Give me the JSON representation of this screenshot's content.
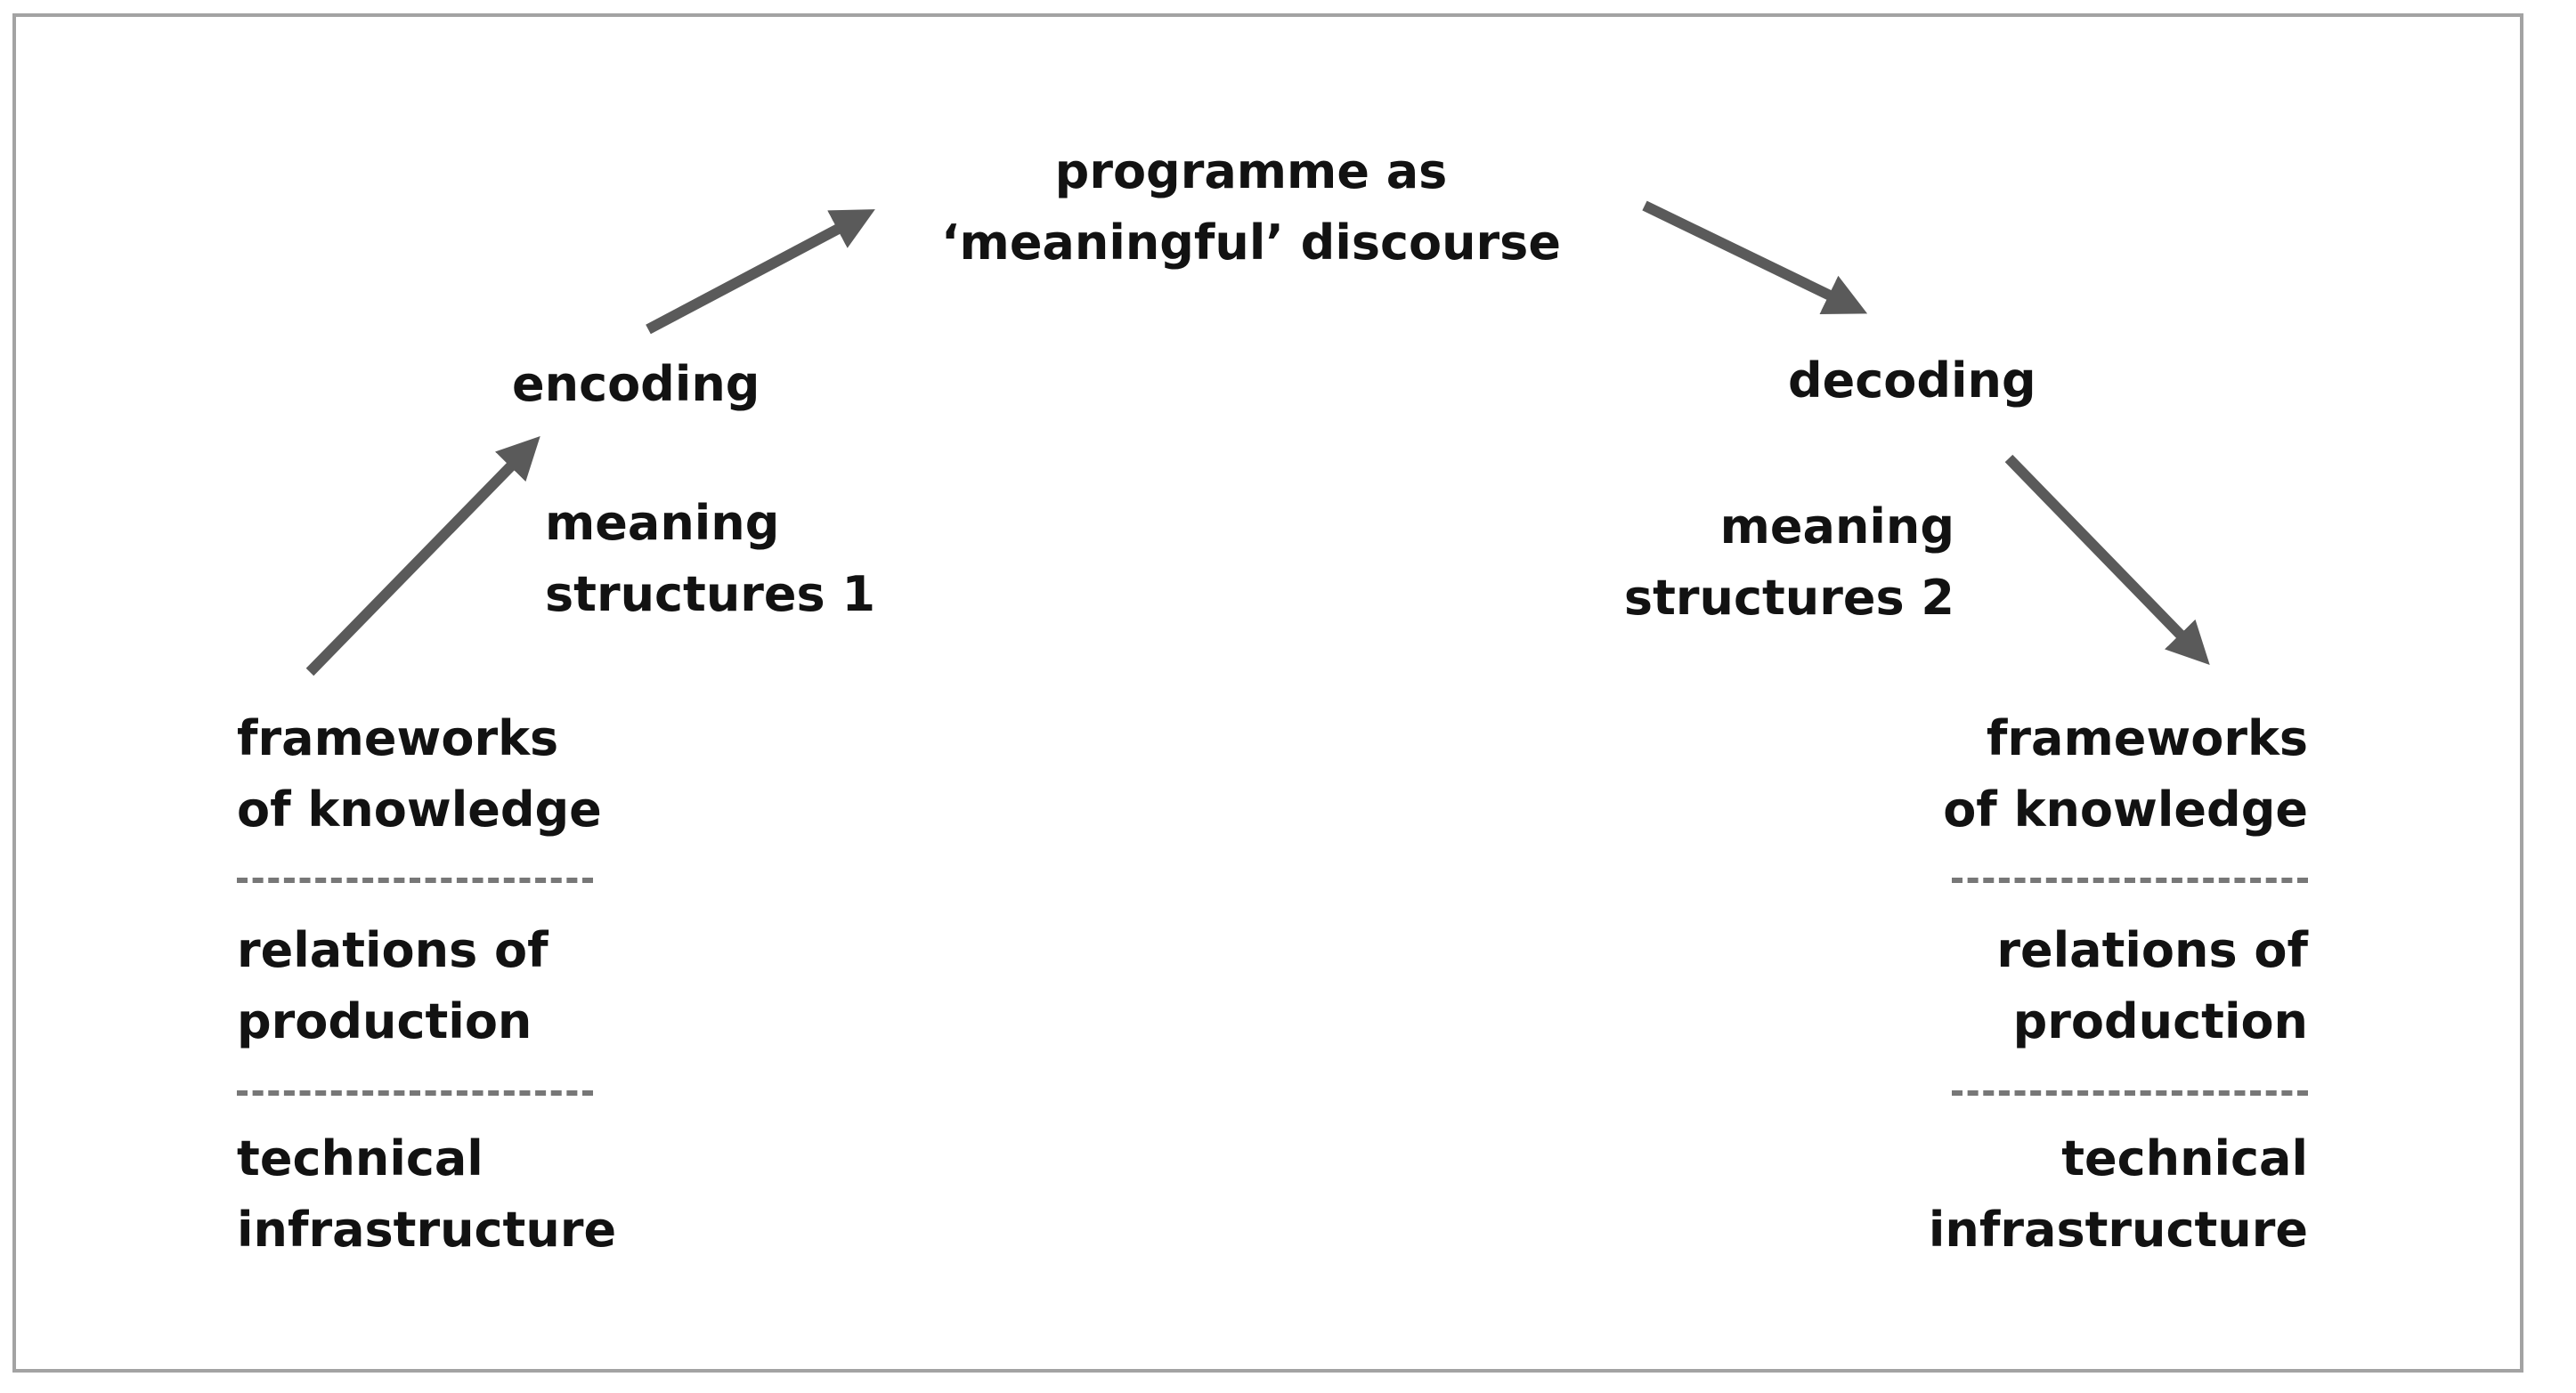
{
  "diagram": {
    "programme": {
      "line1": "programme as",
      "line2": "‘meaningful’ discourse"
    },
    "encoding": "encoding",
    "decoding": "decoding",
    "meaning_structures_1": {
      "line1": "meaning",
      "line2": "structures 1"
    },
    "meaning_structures_2": {
      "line1": "meaning",
      "line2": "structures 2"
    },
    "left_stack": {
      "frameworks": {
        "line1": "frameworks",
        "line2": "of knowledge"
      },
      "relations": {
        "line1": "relations of",
        "line2": "production"
      },
      "technical": {
        "line1": "technical",
        "line2": "infrastructure"
      }
    },
    "right_stack": {
      "frameworks": {
        "line1": "frameworks",
        "line2": "of knowledge"
      },
      "relations": {
        "line1": "relations of",
        "line2": "production"
      },
      "technical": {
        "line1": "technical",
        "line2": "infrastructure"
      }
    },
    "colors": {
      "arrow": "#5a5a5a",
      "text": "#121212",
      "frame": "#a3a3a3",
      "divider": "#777777"
    }
  }
}
